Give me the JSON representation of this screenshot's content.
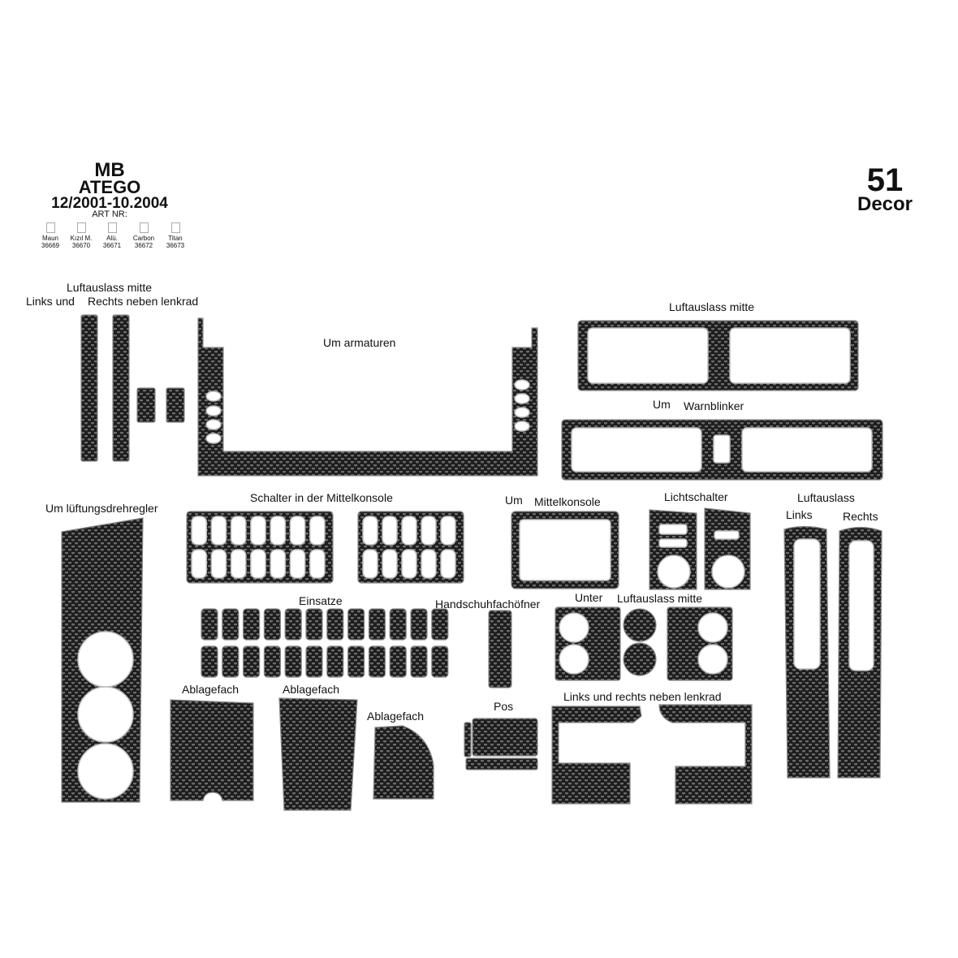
{
  "header": {
    "brand": "MB",
    "model": "ATEGO",
    "years": "12/2001-10.2004",
    "art_nr_label": "ART NR:",
    "variants": [
      {
        "name": "Maun",
        "code": "36669"
      },
      {
        "name": "Kızıl M.",
        "code": "36670"
      },
      {
        "name": "Alü.",
        "code": "36671"
      },
      {
        "name": "Carbon",
        "code": "36672"
      },
      {
        "name": "Titan",
        "code": "36673"
      }
    ],
    "pieces_count": "51",
    "pieces_label": "Decor"
  },
  "labels": {
    "luft_mitte_left": "Luftauslass mitte",
    "links_und": "Links und",
    "rechts_neben": "Rechts neben lenkrad",
    "um_armaturen": "Um armaturen",
    "luft_mitte_right": "Luftauslass mitte",
    "um": "Um",
    "warnblinker": "Warnblinker",
    "lueftung": "Um lüftungsdrehregler",
    "schalter": "Schalter in der  Mittelkonsole",
    "um2": "Um",
    "mittelkonsole": "Mittelkonsole",
    "lichtschalter": "Lichtschalter",
    "luftauslass": "Luftauslass",
    "links": "Links",
    "rechts": "Rechts",
    "einsatze": "Einsatze",
    "handschuh": "Handschuhfachöfner",
    "unter": "Unter",
    "luft_mitte_lower": "Luftauslass mitte",
    "ablage1": "Ablagefach",
    "ablage2": "Ablagefach",
    "ablage3": "Ablagefach",
    "pos": "Pos",
    "links_rechts_lenkrad": "Links und rechts neben lenkrad"
  }
}
